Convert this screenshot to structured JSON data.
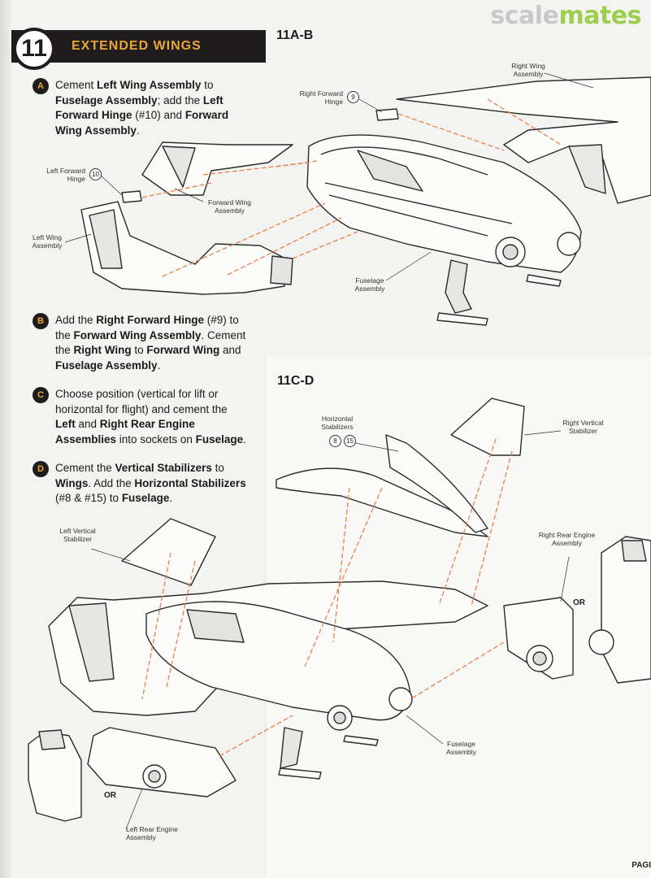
{
  "watermark": {
    "part1": "scale",
    "part2": "mates"
  },
  "step": {
    "number": "11",
    "title": "EXTENDED WINGS"
  },
  "instructions": [
    {
      "letter": "A",
      "parts": [
        {
          "t": "Cement "
        },
        {
          "t": "Left Wing Assembly",
          "b": true
        },
        {
          "t": " to "
        },
        {
          "t": "Fuselage Assembly",
          "b": true
        },
        {
          "t": "; add the "
        },
        {
          "t": "Left Forward Hinge",
          "b": true
        },
        {
          "t": " (#10) and "
        },
        {
          "t": "Forward Wing Assembly",
          "b": true
        },
        {
          "t": "."
        }
      ]
    },
    {
      "letter": "B",
      "parts": [
        {
          "t": "Add the "
        },
        {
          "t": "Right Forward Hinge",
          "b": true
        },
        {
          "t": " (#9) to the "
        },
        {
          "t": "Forward Wing Assembly",
          "b": true
        },
        {
          "t": ". Cement the "
        },
        {
          "t": "Right Wing",
          "b": true
        },
        {
          "t": " to "
        },
        {
          "t": "Forward Wing",
          "b": true
        },
        {
          "t": " and "
        },
        {
          "t": "Fuselage Assembly",
          "b": true
        },
        {
          "t": "."
        }
      ]
    },
    {
      "letter": "C",
      "parts": [
        {
          "t": "Choose position (vertical for lift or horizontal for flight) and cement the "
        },
        {
          "t": "Left",
          "b": true
        },
        {
          "t": " and "
        },
        {
          "t": "Right Rear Engine Assemblies",
          "b": true
        },
        {
          "t": " into sockets on "
        },
        {
          "t": "Fuselage",
          "b": true
        },
        {
          "t": "."
        }
      ]
    },
    {
      "letter": "D",
      "parts": [
        {
          "t": "Cement the "
        },
        {
          "t": "Vertical Stabilizers",
          "b": true
        },
        {
          "t": " to "
        },
        {
          "t": "Wings",
          "b": true
        },
        {
          "t": ". Add the "
        },
        {
          "t": "Horizontal Stabilizers",
          "b": true
        },
        {
          "t": " (#8 & #15) to "
        },
        {
          "t": "Fuselage",
          "b": true
        },
        {
          "t": "."
        }
      ]
    }
  ],
  "panel_ab": {
    "title": "11A-B",
    "labels": {
      "right_wing": "Right Wing Assembly",
      "right_fwd_hinge": "Right Forward Hinge",
      "right_fwd_hinge_num": "9",
      "left_fwd_hinge": "Left Forward Hinge",
      "left_fwd_hinge_num": "10",
      "forward_wing": "Forward Wing Assembly",
      "left_wing": "Left Wing Assembly",
      "fuselage": "Fuselage Assembly"
    }
  },
  "panel_cd": {
    "title": "11C-D",
    "labels": {
      "horizontal_stab": "Horizontal Stabilizers",
      "num_8": "8",
      "num_15": "15",
      "right_vstab": "Right Vertical Stabilizer",
      "left_vstab": "Left Vertical Stabilizer",
      "right_engine": "Right Rear Engine Assembly",
      "left_engine": "Left Rear Engine Assembly",
      "fuselage": "Fuselage Assembly",
      "or_right": "OR",
      "or_left": "OR"
    }
  },
  "footer": {
    "page": "PAGI"
  },
  "colors": {
    "accent": "#e9a637",
    "dark": "#1e1c1c",
    "logo_green": "#9ccf4b",
    "guide": "#e8834a"
  }
}
